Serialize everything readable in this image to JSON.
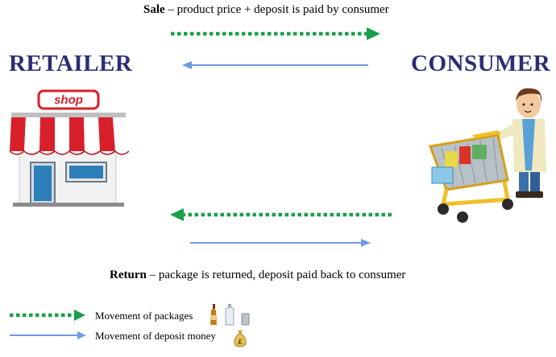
{
  "colors": {
    "package_arrow": "#1aa04a",
    "money_arrow": "#6f9be0",
    "party_label": "#2b2e74",
    "awning_red": "#d8202a"
  },
  "sale": {
    "label": "Sale",
    "rest": " – product price + deposit is paid by consumer"
  },
  "return_flow": {
    "label": "Return",
    "rest": " – package is returned, deposit paid back to consumer"
  },
  "retailer": {
    "label": "RETAILER",
    "shop_sign": "shop"
  },
  "consumer": {
    "label": "CONSUMER"
  },
  "legend": {
    "packages": {
      "label": "Movement of packages",
      "icons": [
        "bottle-icon",
        "plastic-bottle-icon",
        "can-icon"
      ]
    },
    "money": {
      "label": "Movement of deposit money",
      "icons": [
        "money-bag-icon"
      ]
    }
  }
}
